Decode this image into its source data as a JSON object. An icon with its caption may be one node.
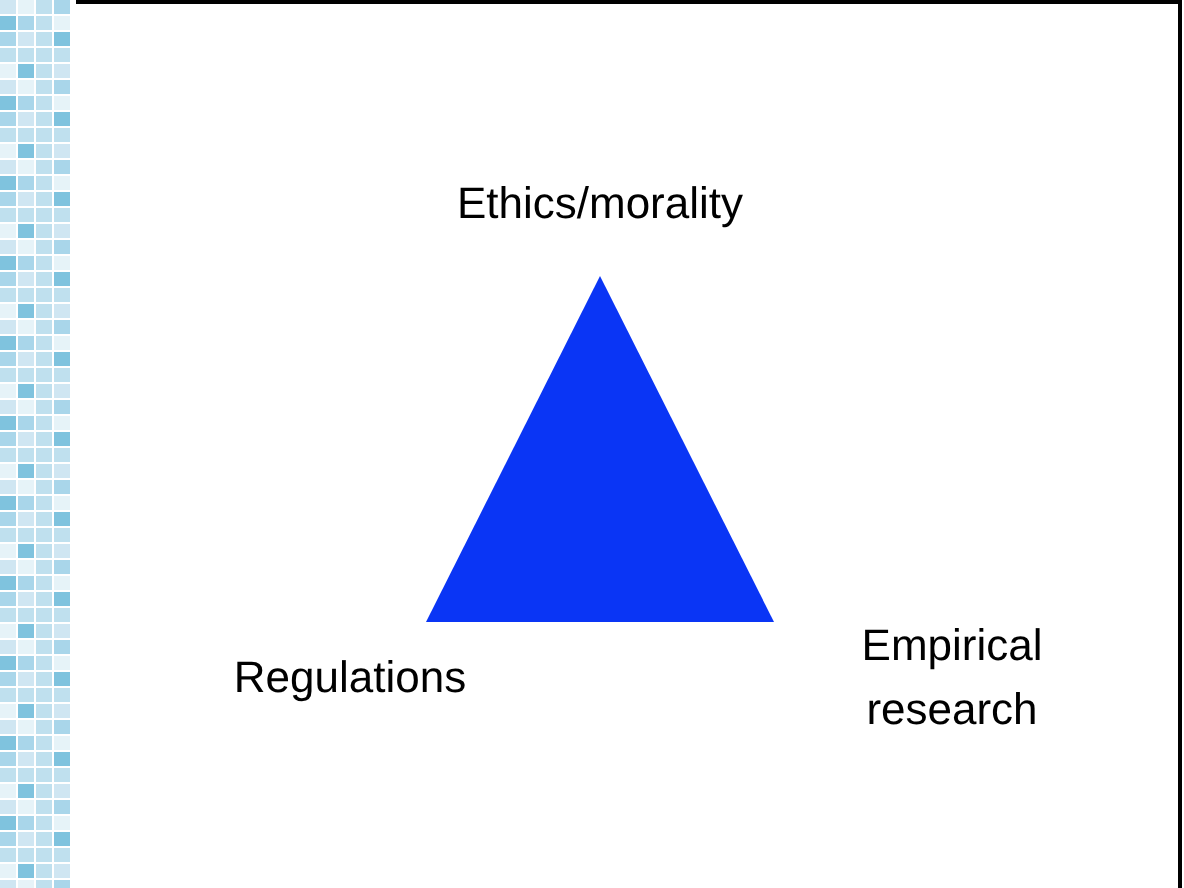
{
  "diagram": {
    "nodes": [
      {
        "text": [],
        "shape": "triangle",
        "beside": [
          "Ethics/morality",
          "Regulations",
          "Empirical research"
        ]
      }
    ]
  }
}
